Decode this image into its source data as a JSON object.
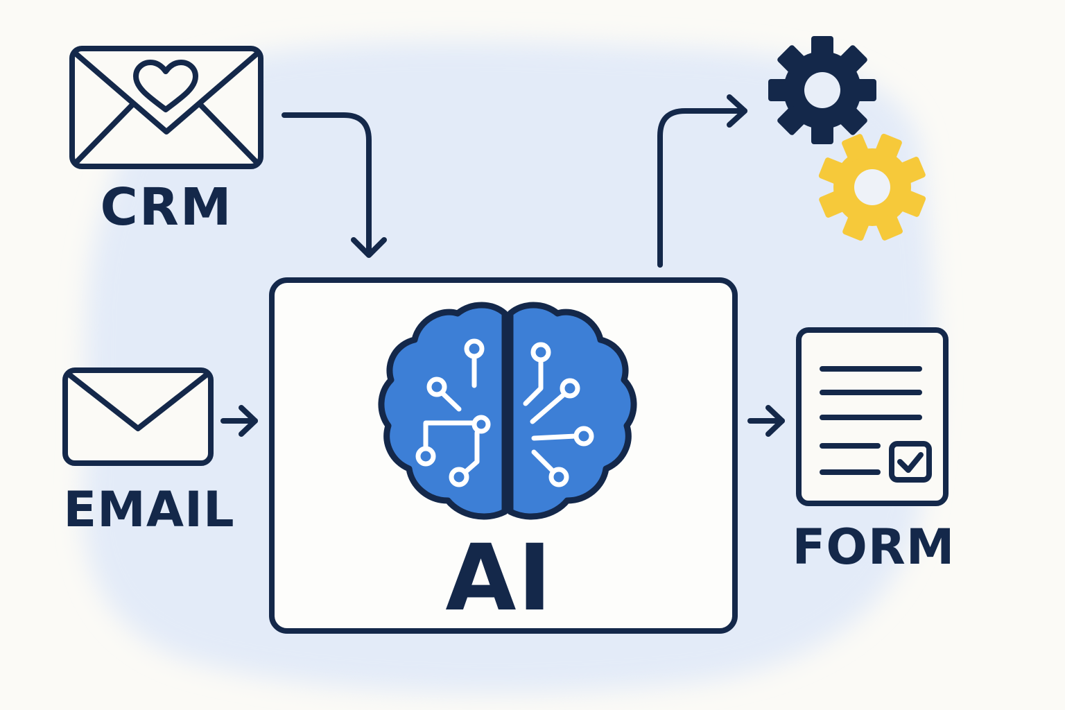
{
  "nodes": {
    "crm": {
      "label": "CRM",
      "icon": "envelope-heart-icon"
    },
    "email": {
      "label": "EMAIL",
      "icon": "envelope-icon"
    },
    "ai": {
      "label": "AI",
      "icon": "brain-circuit-icon"
    },
    "form": {
      "label": "FORM",
      "icon": "document-checkbox-icon"
    },
    "automation": {
      "icon": "gears-icon"
    }
  },
  "colors": {
    "ink": "#14284a",
    "brain_blue": "#3d7fd6",
    "gear_yellow": "#f6c93a",
    "wash": "#e3ebf8",
    "paper": "#fbfaf6"
  }
}
